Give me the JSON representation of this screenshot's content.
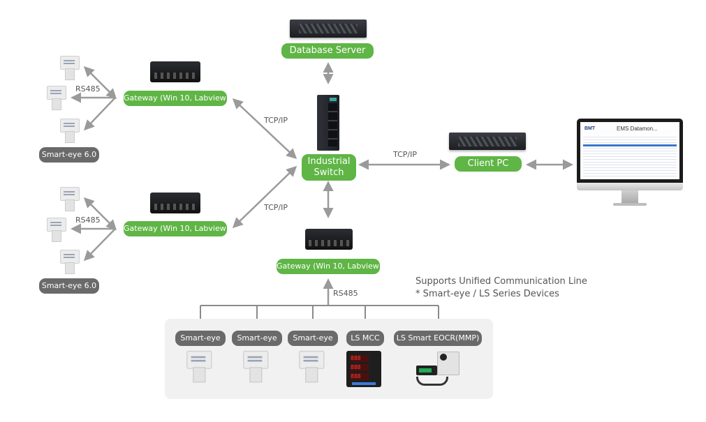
{
  "nodes": {
    "database_server": "Database Server",
    "industrial_switch_line1": "Industrial",
    "industrial_switch_line2": "Switch",
    "client_pc": "Client PC",
    "gateway_top": "Gateway (Win 10, Labview)",
    "gateway_middle": "Gateway (Win 10, Labview)",
    "gateway_bottom": "Gateway (Win 10, Labview)",
    "smart_eye_group_top": "Smart-eye 6.0",
    "smart_eye_group_middle": "Smart-eye 6.0"
  },
  "links": {
    "rs485_top": "RS485",
    "rs485_middle": "RS485",
    "rs485_bottom": "RS485",
    "tcpip_top": "TCP/IP",
    "tcpip_middle": "TCP/IP",
    "tcpip_client": "TCP/IP"
  },
  "note": {
    "line1": "Supports Unified Communication Line",
    "line2": "* Smart-eye / LS Series Devices"
  },
  "devices": [
    {
      "label": "Smart-eye"
    },
    {
      "label": "Smart-eye"
    },
    {
      "label": "Smart-eye"
    },
    {
      "label": "LS MCC"
    },
    {
      "label": "LS Smart EOCR(MMP)"
    }
  ],
  "monitor": {
    "logo": "BMT",
    "app_title": "EMS Datamon..."
  },
  "colors": {
    "node_green": "#5fb545",
    "device_gray": "#6a6a6a",
    "wire_gray": "#9a9a9a"
  }
}
